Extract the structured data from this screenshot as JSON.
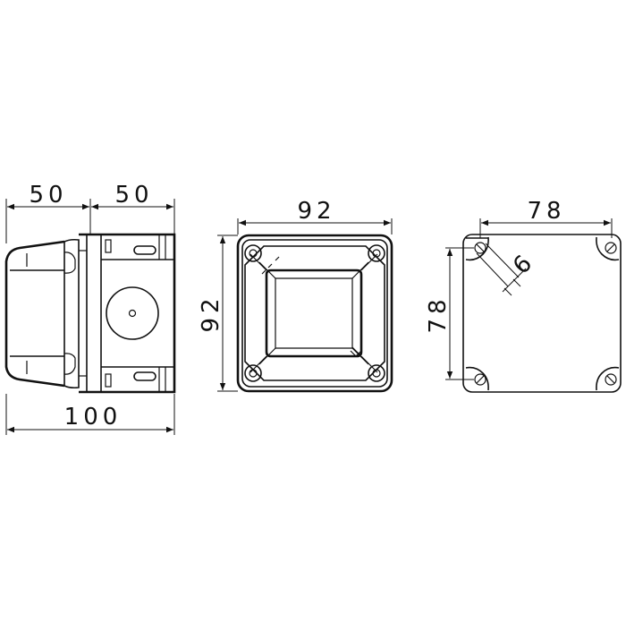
{
  "dimensions": {
    "side_left_width": "50",
    "side_right_width": "50",
    "side_total_width": "100",
    "front_width": "92",
    "front_height": "92",
    "mount_width": "78",
    "mount_height": "78",
    "mount_hole": "6"
  },
  "colors": {
    "line": "#111111",
    "background": "#ffffff"
  }
}
